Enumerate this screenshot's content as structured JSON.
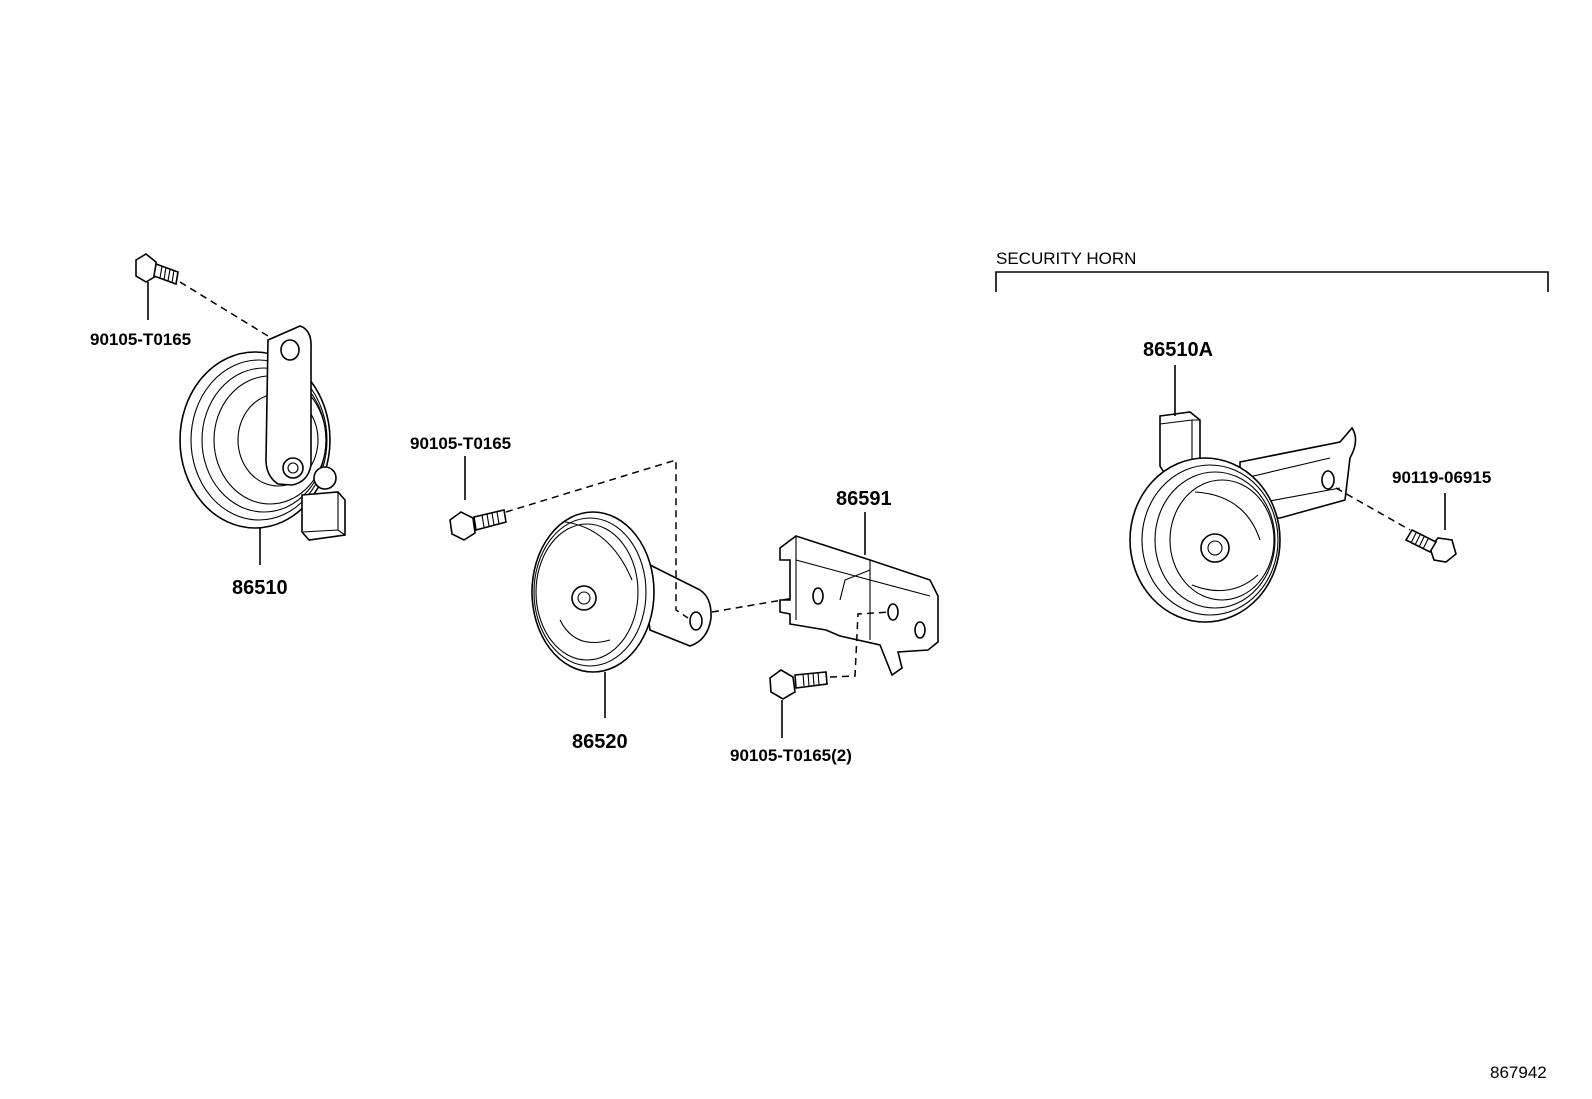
{
  "section_label": "SECURITY HORN",
  "figure_ref": "867942",
  "parts": {
    "horn_high_label": "86510",
    "horn_high_bolt_label": "90105-T0165",
    "horn_low_label": "86520",
    "horn_low_bolt_label": "90105-T0165",
    "bracket_label": "86591",
    "bracket_bolt_label": "90105-T0165(2)",
    "security_horn_label": "86510A",
    "security_horn_bolt_label": "90119-06915"
  },
  "icons": [
    "horn-icon",
    "bolt-icon",
    "bracket-icon",
    "connector-icon"
  ]
}
